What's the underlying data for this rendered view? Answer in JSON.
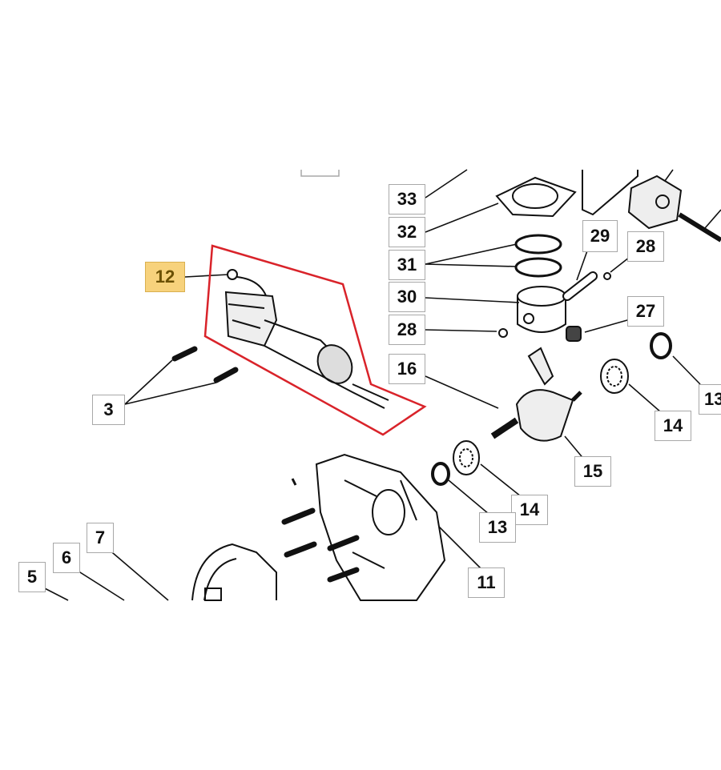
{
  "diagram": {
    "highlighted_part": "12",
    "highlight_color": "#f7d27c",
    "outline_color": "#d9232a",
    "callouts": [
      {
        "number": "33"
      },
      {
        "number": "32"
      },
      {
        "number": "31"
      },
      {
        "number": "30"
      },
      {
        "number": "28"
      },
      {
        "number": "16"
      },
      {
        "number": "29"
      },
      {
        "number": "28"
      },
      {
        "number": "27"
      },
      {
        "number": "13"
      },
      {
        "number": "14"
      },
      {
        "number": "15"
      },
      {
        "number": "14"
      },
      {
        "number": "13"
      },
      {
        "number": "11"
      },
      {
        "number": "12"
      },
      {
        "number": "3"
      },
      {
        "number": "7"
      },
      {
        "number": "6"
      },
      {
        "number": "5"
      }
    ]
  }
}
